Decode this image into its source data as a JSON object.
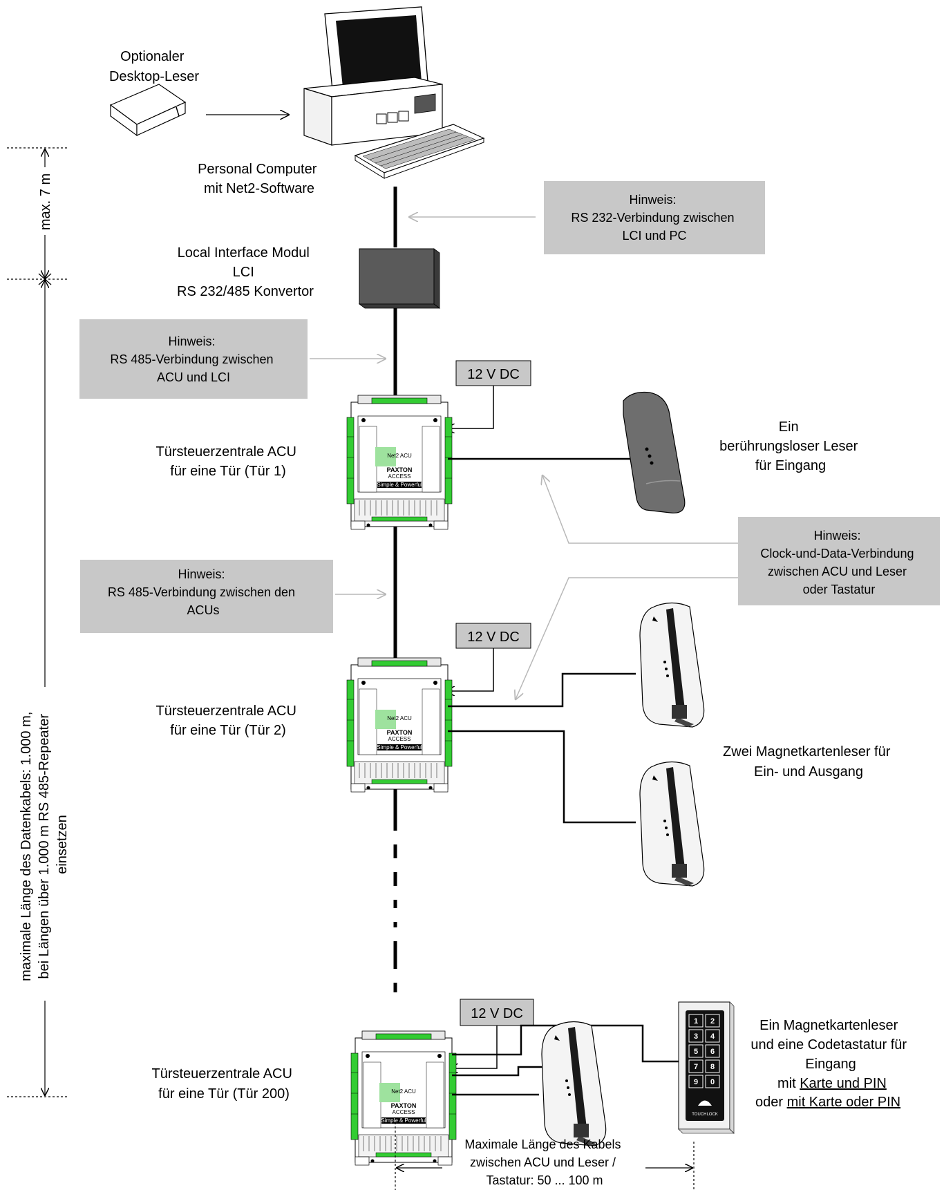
{
  "labels": {
    "desktop_reader": [
      "Optionaler",
      "Desktop-Leser"
    ],
    "pc": [
      "Personal Computer",
      "mit Net2-Software"
    ],
    "lci": [
      "Local Interface Modul",
      "LCI",
      "RS 232/485 Konvertor"
    ],
    "acu1": [
      "Türsteuerzentrale ACU",
      "für eine Tür (Tür 1)"
    ],
    "acu2": [
      "Türsteuerzentrale ACU",
      "für eine Tür (Tür 2)"
    ],
    "acu3": [
      "Türsteuerzentrale ACU",
      "für eine Tür (Tür 200)"
    ],
    "reader1": [
      "Ein",
      "berührungsloser Leser",
      "für Eingang"
    ],
    "reader2": [
      "Zwei Magnetkartenleser für",
      "Ein- und Ausgang"
    ],
    "reader3": [
      "Ein Magnetkartenleser",
      "und eine Codetastatur für",
      "Eingang"
    ],
    "reader3_mode1_prefix": "mit ",
    "reader3_mode1_link": "Karte und PIN",
    "reader3_mode2_prefix": "oder  ",
    "reader3_mode2_link": "mit Karte oder PIN",
    "cable_length": [
      "Maximale Länge des Kabels",
      "zwischen ACU und Leser /",
      "Tastatur: 50 ... 100 m"
    ],
    "vertical_max7": "max. 7 m",
    "vertical_long": [
      "maximale Länge des Datenkabels: 1.000 m,",
      "bei Längen über 1.000 m  RS 485-Repeater",
      "einsetzen"
    ],
    "power": "12 V DC",
    "acu_brand": [
      "Net2 ACU",
      "PAXTON",
      "ACCESS",
      "Simple & Powerful"
    ],
    "keypad_brand": "TOUCHLOCK",
    "keypad_keys": [
      "1",
      "2",
      "3",
      "4",
      "5",
      "6",
      "7",
      "8",
      "9",
      "0"
    ]
  },
  "notes": {
    "rs232": [
      "Hinweis:",
      "RS 232-Verbindung zwischen",
      "LCI und PC"
    ],
    "rs485_acu_lci": [
      "Hinweis:",
      "RS 485-Verbindung zwischen",
      "ACU und LCI"
    ],
    "clock_data": [
      "Hinweis:",
      "Clock-und-Data-Verbindung",
      "zwischen  ACU und Leser",
      "oder Tastatur"
    ],
    "rs485_acus": [
      "Hinweis:",
      "RS 485-Verbindung zwischen den",
      "ACUs"
    ]
  },
  "colors": {
    "note_box": "#c8c8c8",
    "terminal_green": "#33cc33",
    "arrow_grey": "#b8b8b8",
    "lci_box": "#5a5a5a",
    "prox_reader": "#6e6e6e"
  }
}
